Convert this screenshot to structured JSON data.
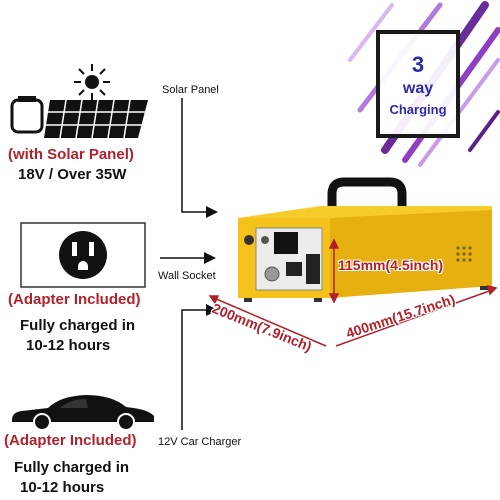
{
  "badge": {
    "number": "3",
    "line1": "way",
    "line2": "Charging"
  },
  "solar": {
    "note": "(with Solar Panel)",
    "spec": "18V / Over 35W",
    "label": "Solar Panel"
  },
  "wall": {
    "note": "(Adapter Included)",
    "desc_line1": "Fully charged in",
    "desc_line2": "10-12 hours",
    "label": "Wall Socket"
  },
  "car": {
    "note": "(Adapter Included)",
    "desc_line1": "Fully charged in",
    "desc_line2": "10-12 hours",
    "label": "12V Car Charger"
  },
  "dimensions": {
    "height": "115mm(4.5inch)",
    "depth": "200mm(7.9inch)",
    "width": "400mm(15.7inch)"
  },
  "colors": {
    "accent_red": "#b0212b",
    "device_yellow": "#f4c21a",
    "badge_blue": "#2a2aa8"
  }
}
